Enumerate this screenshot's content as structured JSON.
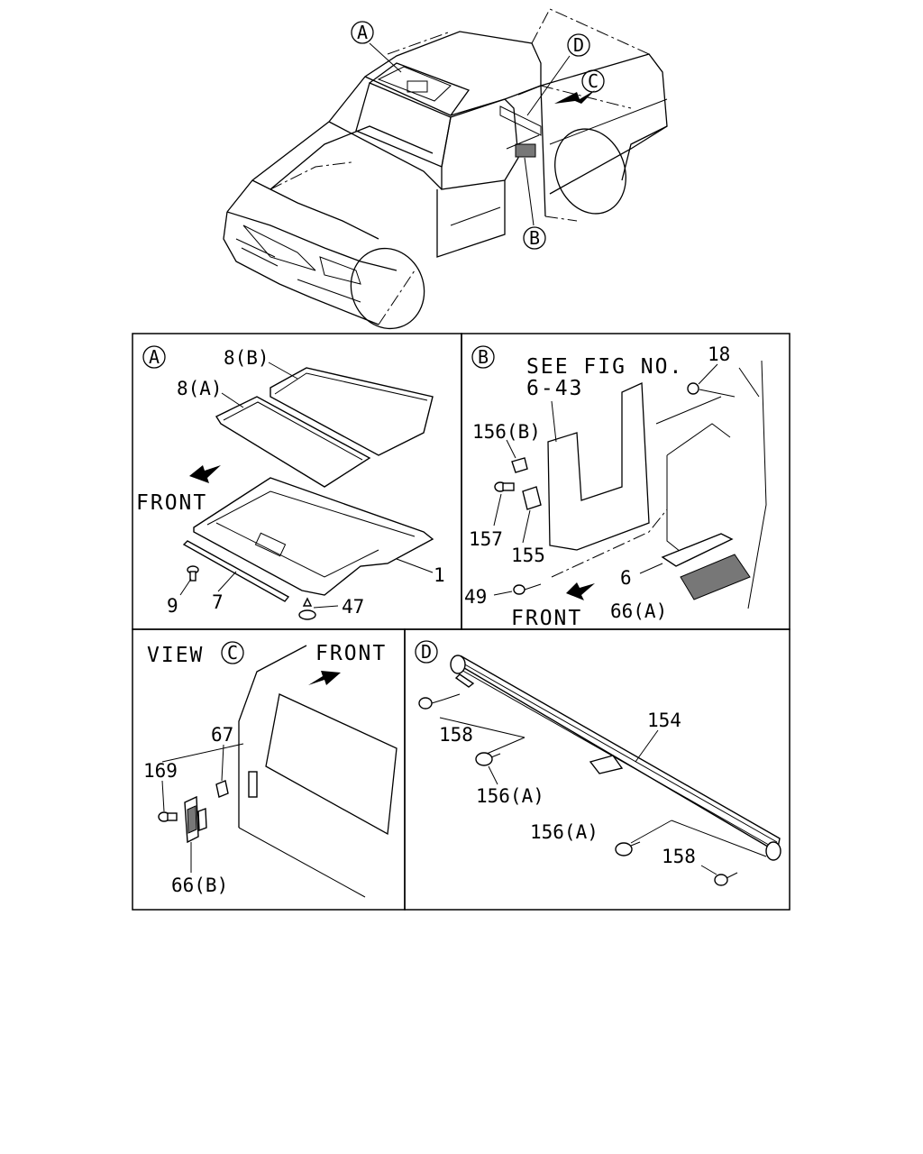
{
  "overview": {
    "callouts": {
      "a": "A",
      "b": "B",
      "c": "C",
      "d": "D"
    }
  },
  "panel_a": {
    "marker": "A",
    "front": "FRONT",
    "labels": {
      "p8b": "8(B)",
      "p8a": "8(A)",
      "p1": "1",
      "p9": "9",
      "p7": "7",
      "p47": "47"
    }
  },
  "panel_b": {
    "marker": "B",
    "see_fig_line1": "SEE FIG NO.",
    "see_fig_line2": "6-43",
    "front": "FRONT",
    "labels": {
      "p18": "18",
      "p156b": "156(B)",
      "p157": "157",
      "p155": "155",
      "p49": "49",
      "p6": "6",
      "p66a": "66(A)"
    }
  },
  "panel_c": {
    "view_text": "VIEW",
    "marker": "C",
    "front": "FRONT",
    "labels": {
      "p67": "67",
      "p169": "169",
      "p66b": "66(B)"
    }
  },
  "panel_d": {
    "marker": "D",
    "labels": {
      "p154": "154",
      "p158a": "158",
      "p156a1": "156(A)",
      "p156a2": "156(A)",
      "p158b": "158"
    }
  }
}
